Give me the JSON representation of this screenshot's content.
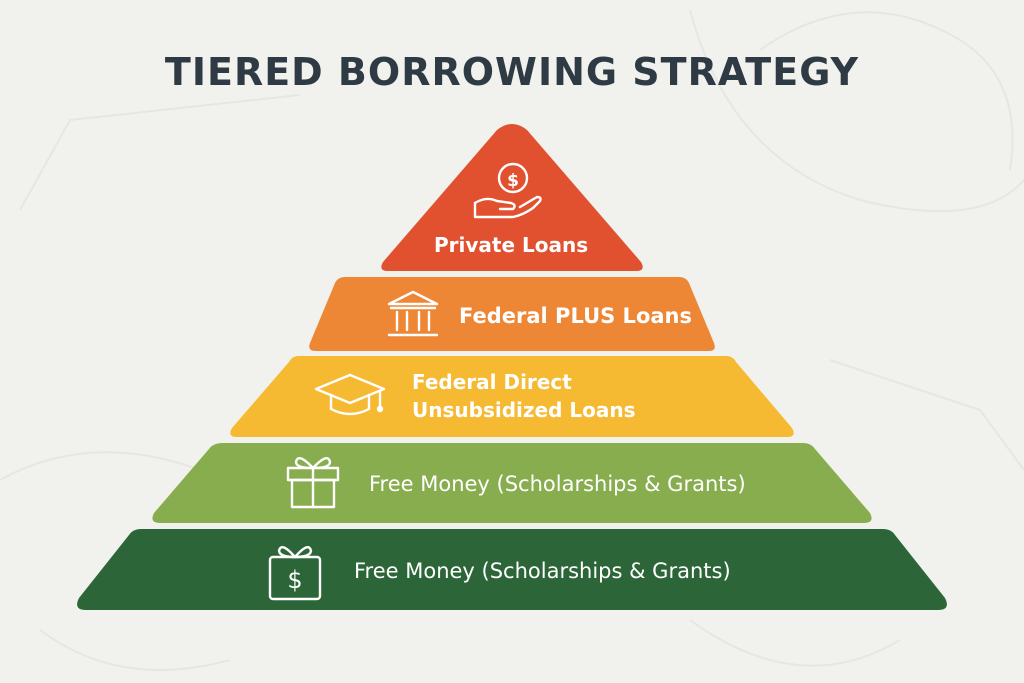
{
  "title": "TIERED BORROWING STRATEGY",
  "colors": {
    "background": "#f1f1ee",
    "title": "#2f3b44",
    "tier_private": "#e2512f",
    "tier_plus": "#ee8735",
    "tier_direct": "#f6b932",
    "tier_free_light": "#88ad4f",
    "tier_free_dark": "#2c6638"
  },
  "tiers": [
    {
      "label": "Private Loans",
      "icon": "hand-coin-icon"
    },
    {
      "label": "Federal PLUS Loans",
      "icon": "bank-building-icon"
    },
    {
      "line1": "Federal Direct",
      "line2": "Unsubsidized Loans",
      "icon": "graduation-cap-icon"
    },
    {
      "label": "Free Money (Scholarships & Grants)",
      "icon": "gift-box-icon"
    },
    {
      "label": "Free Money (Scholarships & Grants)",
      "icon": "gift-dollar-icon"
    }
  ]
}
